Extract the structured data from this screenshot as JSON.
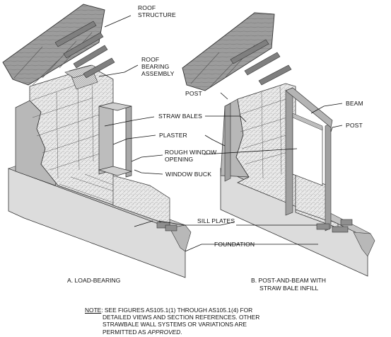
{
  "labels": {
    "roof_structure": [
      "ROOF",
      "STRUCTURE"
    ],
    "roof_bearing_assembly": [
      "ROOF",
      "BEARING",
      "ASSEMBLY"
    ],
    "straw_bales": "STRAW BALES",
    "plaster": "PLASTER",
    "rough_window_opening": [
      "ROUGH WINDOW",
      "OPENING"
    ],
    "window_buck": "WINDOW BUCK",
    "post_left": "POST",
    "beam": "BEAM",
    "post_right": "POST",
    "sill_plates": "SILL PLATES",
    "foundation": "FOUNDATION"
  },
  "captions": {
    "a": "A. LOAD-BEARING",
    "b_line1": "B. POST-AND-BEAM WITH",
    "b_line2": "STRAW BALE INFILL"
  },
  "note": {
    "prefix": "NOTE",
    "line1": ": SEE FIGURES AS105.1(1) THROUGH AS105.1(4) FOR",
    "line2": "DETAILED VIEWS AND SECTION REFERENCES. OTHER",
    "line3": "STRAWBALE WALL SYSTEMS OR VARIATIONS ARE",
    "line4_prefix": "PERMITTED AS ",
    "line4_italic": "APPROVED",
    "line4_suffix": "."
  }
}
